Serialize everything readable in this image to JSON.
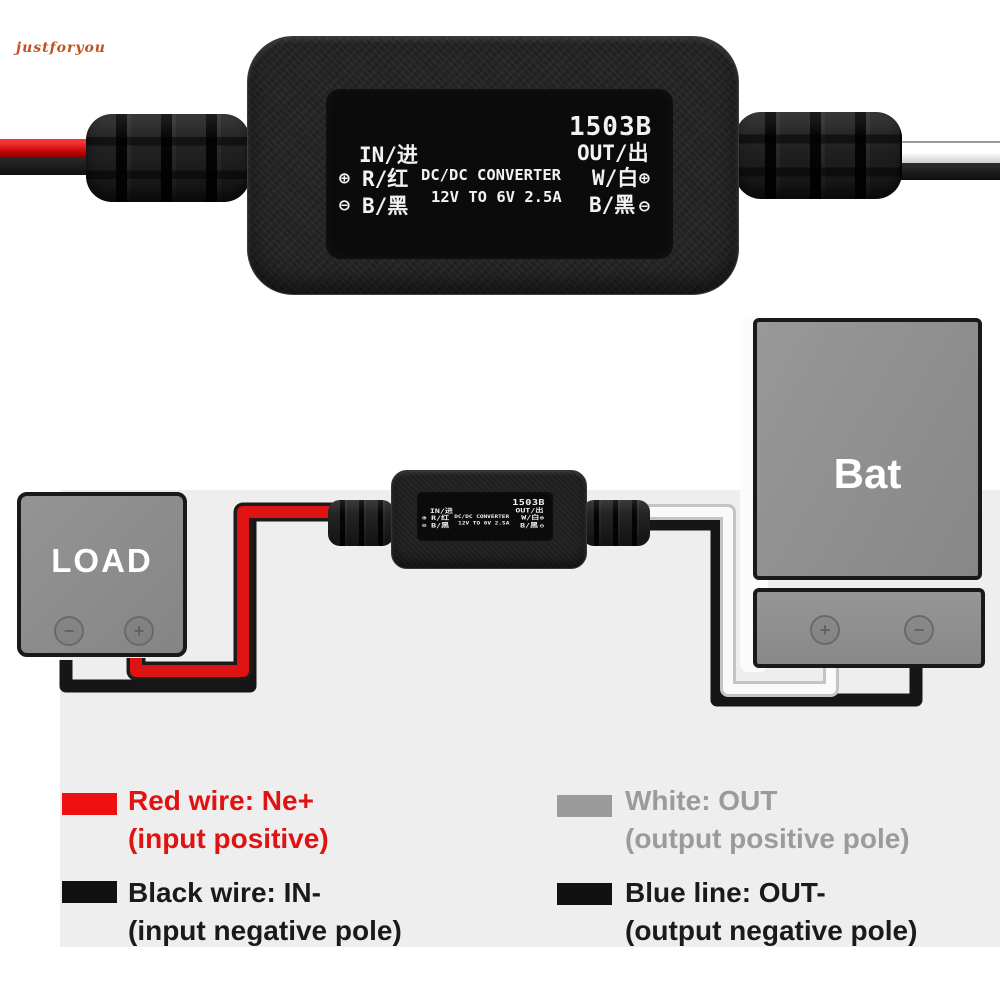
{
  "watermark": "justforyou",
  "symbols": {
    "plus": "⊕",
    "minus": "⊖",
    "plus_sign": "+",
    "minus_sign": "−"
  },
  "converter_label": {
    "model": "1503B",
    "in": "IN/进",
    "out": "OUT/出",
    "in_positive": "R/红",
    "in_negative": "B/黑",
    "out_positive": "W/白",
    "out_negative": "B/黑",
    "title": "DC/DC CONVERTER",
    "spec": "12V TO 6V 2.5A"
  },
  "diagram": {
    "load_label": "LOAD",
    "battery_label": "Bat",
    "wire_colors": {
      "input_positive": "#e01313",
      "input_negative": "#161616",
      "output_positive": "#fafafa",
      "output_negative": "#161616",
      "red_outline": "#1c1c1c",
      "white_outline": "#c4c4c4"
    }
  },
  "legend": {
    "items": [
      {
        "swatch_color": "#ee1111",
        "text_color": "#e01212",
        "line1": "Red wire: Ne+",
        "line2": "(input positive)"
      },
      {
        "swatch_color": "#111111",
        "text_color": "#1a1a1a",
        "line1": "Black wire: IN-",
        "line2": "(input negative pole)"
      },
      {
        "swatch_color": "#9b9b9b",
        "text_color": "#9b9b9b",
        "line1": "White: OUT",
        "line2": "(output positive pole)"
      },
      {
        "swatch_color": "#111111",
        "text_color": "#1a1a1a",
        "line1": "Blue line: OUT-",
        "line2": "(output negative pole)"
      }
    ]
  }
}
